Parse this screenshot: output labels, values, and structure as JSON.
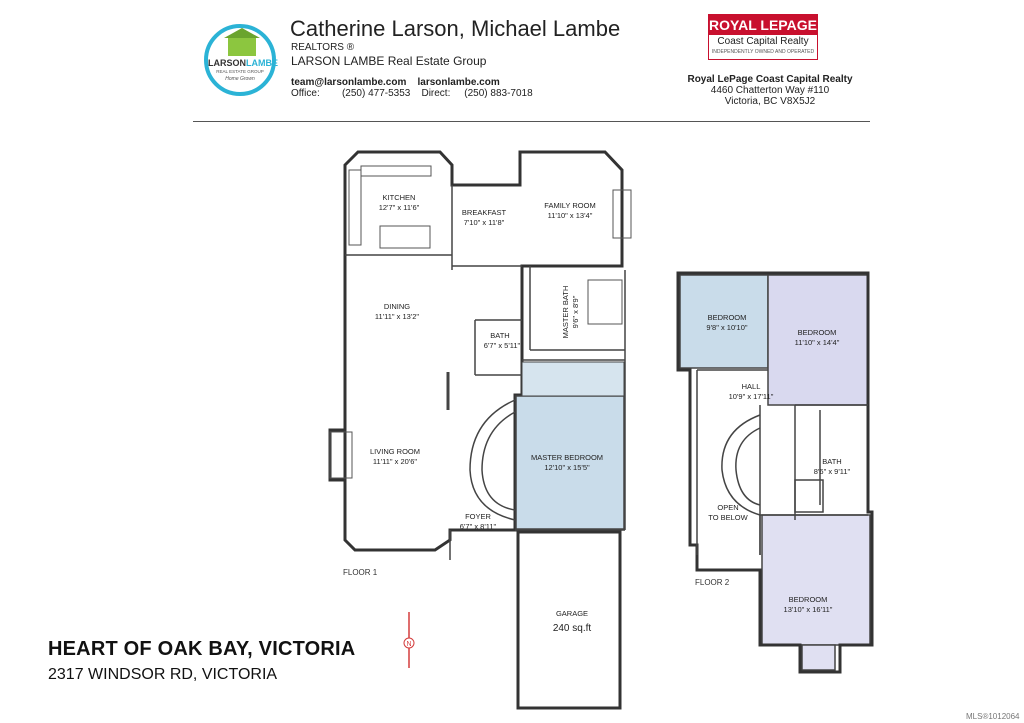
{
  "header": {
    "logo_name_a": "LARSON",
    "logo_name_b": "LAMBE",
    "logo_sub": "REAL ESTATE GROUP",
    "logo_sub2": "Home Grown",
    "agents": "Catherine Larson, Michael Lambe",
    "realtors": "REALTORS ®",
    "group": "LARSON LAMBE Real Estate Group",
    "email": "team@larsonlambe.com",
    "website": "larsonlambe.com",
    "office_label": "Office:",
    "office_phone": "(250) 477-5353",
    "direct_label": "Direct:",
    "direct_phone": "(250) 883-7018"
  },
  "brokerage": {
    "logo_top": "ROYAL LEPAGE",
    "logo_mid": "Coast Capital Realty",
    "logo_sub": "INDEPENDENTLY OWNED AND OPERATED",
    "name": "Royal LePage Coast Capital Realty",
    "street": "4460 Chatterton Way #110",
    "city": "Victoria, BC  V8X5J2"
  },
  "floor1": {
    "label": "FLOOR 1",
    "rooms": [
      {
        "name": "KITCHEN",
        "dims": "12'7\" x 11'6\""
      },
      {
        "name": "BREAKFAST",
        "dims": "7'10\" x 11'8\""
      },
      {
        "name": "FAMILY ROOM",
        "dims": "11'10\" x 13'4\""
      },
      {
        "name": "DINING",
        "dims": "11'11\" x 13'2\""
      },
      {
        "name": "BATH",
        "dims": "6'7\" x 5'11\""
      },
      {
        "name": "MASTER BATH",
        "dims": "9'6\" x 8'9\""
      },
      {
        "name": "LIVING ROOM",
        "dims": "11'11\" x 20'6\""
      },
      {
        "name": "MASTER BEDROOM",
        "dims": "12'10\" x 15'5\""
      },
      {
        "name": "FOYER",
        "dims": "6'7\" x 8'11\""
      },
      {
        "name": "GARAGE",
        "dims": "240 sq.ft"
      }
    ]
  },
  "floor2": {
    "label": "FLOOR 2",
    "rooms": [
      {
        "name": "BEDROOM",
        "dims": "9'8\" x 10'10\""
      },
      {
        "name": "BEDROOM",
        "dims": "11'10\" x 14'4\""
      },
      {
        "name": "HALL",
        "dims": "10'9\" x 17'11\""
      },
      {
        "name": "BATH",
        "dims": "8'6\" x 9'11\""
      },
      {
        "name": "OPEN",
        "dims": "TO BELOW"
      },
      {
        "name": "BEDROOM",
        "dims": "13'10\" x 16'11\""
      }
    ]
  },
  "compass": "N",
  "listing": {
    "title": "HEART OF OAK BAY, VICTORIA",
    "address": "2317 WINDSOR RD, VICTORIA",
    "mls": "MLS®1012064"
  },
  "colors": {
    "accent_blue": "#2bb3d6",
    "brand_red": "#c8102e",
    "room_blue": "#c9dcea",
    "room_purple": "#d9d9ef"
  }
}
